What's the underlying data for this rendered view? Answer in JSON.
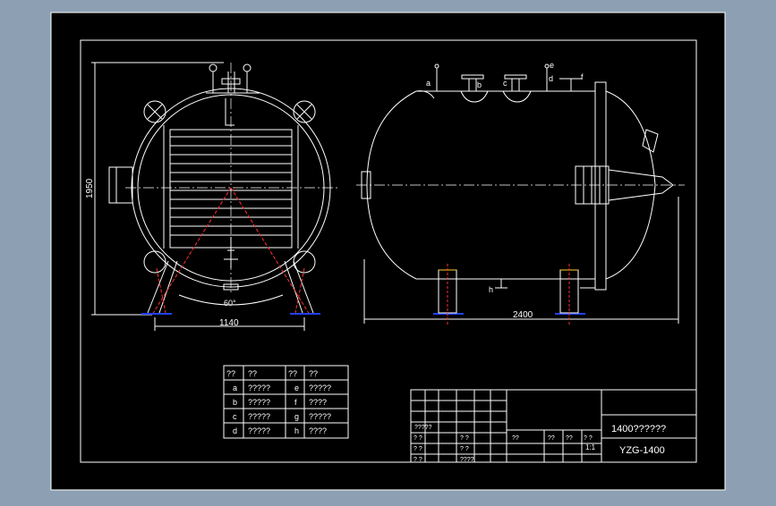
{
  "colors": {
    "background": "#8da0b3",
    "canvas": "#000000",
    "line": "#ffffff",
    "center_line": "#ffffff",
    "accent_red": "#ff3030",
    "accent_blue": "#2040ff",
    "accent_yellow": "#ffd030"
  },
  "dimensions": {
    "height": "1950",
    "width_front": "1140",
    "angle": "60°",
    "length_side": "2400"
  },
  "nozzle_labels": [
    "a",
    "b",
    "c",
    "d",
    "e",
    "f",
    "h"
  ],
  "nozzle_table": {
    "headers": [
      "??",
      "??",
      "??",
      "??"
    ],
    "rows": [
      [
        "a",
        "?????",
        "e",
        "?????"
      ],
      [
        "b",
        "?????",
        "f",
        "????"
      ],
      [
        "c",
        "?????",
        "g",
        "?????"
      ],
      [
        "d",
        "?????",
        "h",
        "????"
      ]
    ]
  },
  "title_block": {
    "title": "1400??????",
    "drawing_no": "YZG-1400",
    "scale": "1:1",
    "cells": [
      "? ?",
      "? ?",
      "? ?",
      "? ?",
      "????",
      "??",
      "??",
      "??",
      "? ?",
      "? ?",
      "?????"
    ]
  }
}
